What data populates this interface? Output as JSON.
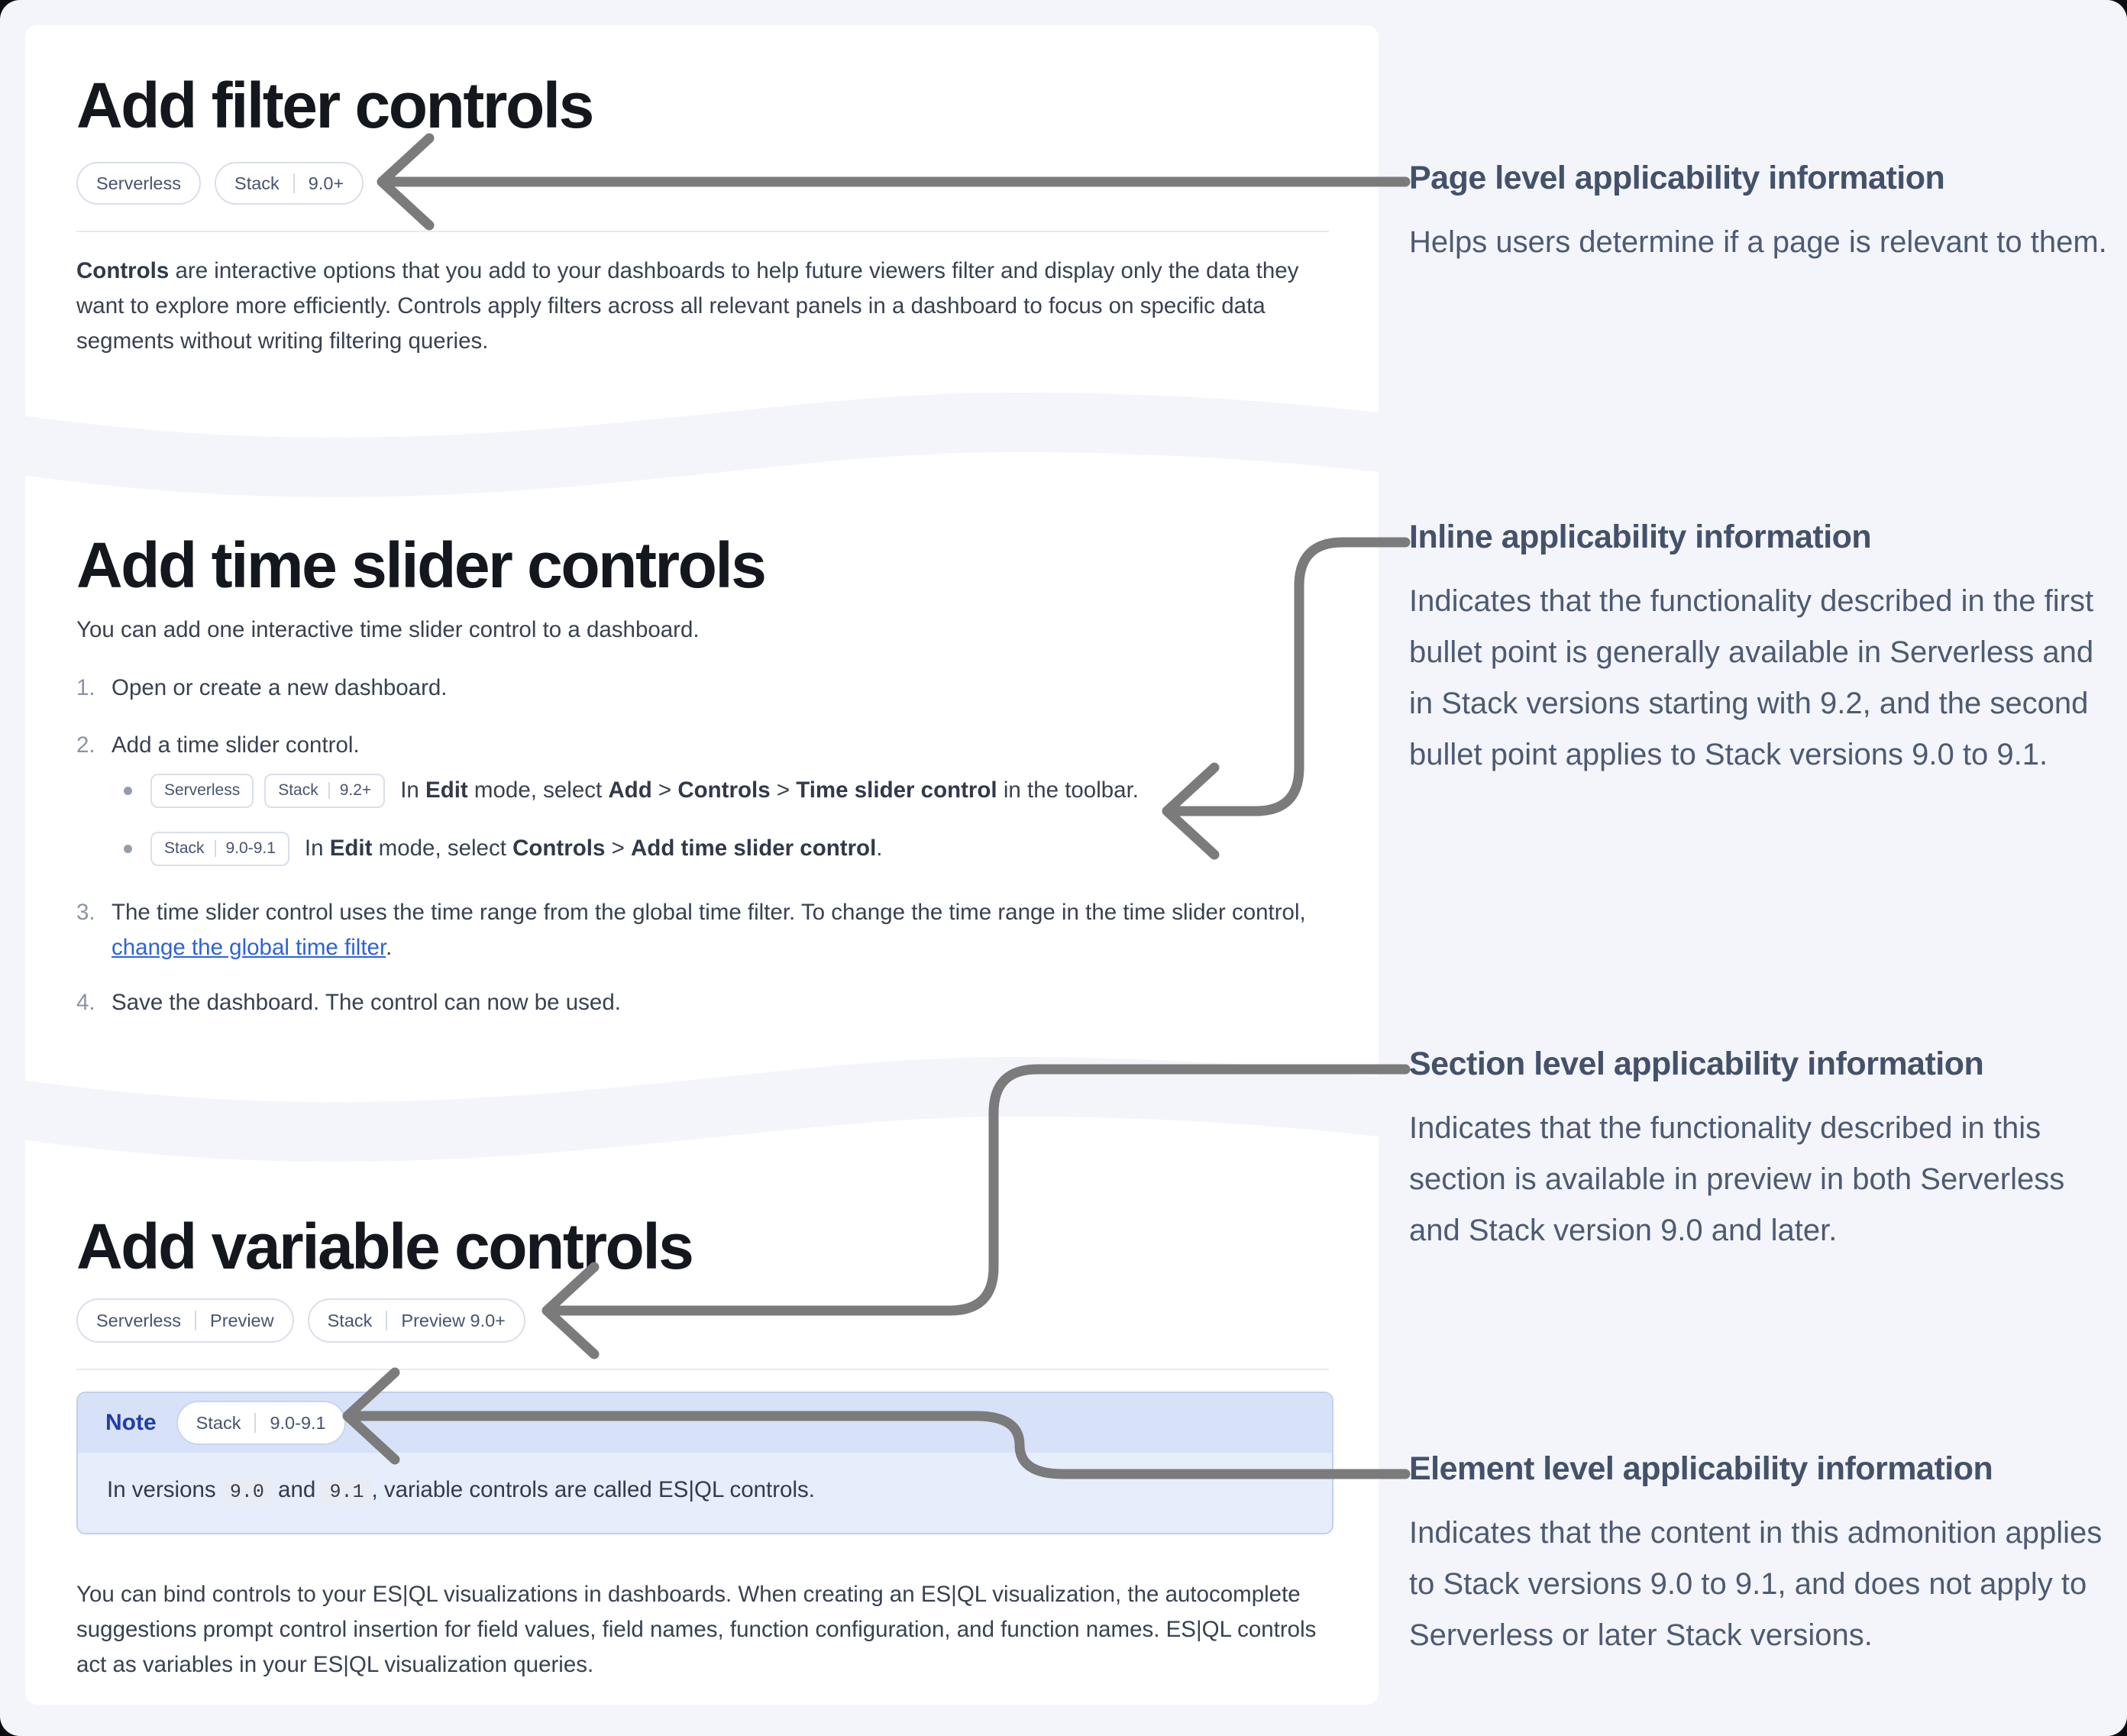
{
  "colors": {
    "page_bg": "#f3f5fa",
    "arrow": "#7b7b7b",
    "note_header_bg": "#d7e2f8",
    "note_body_bg": "#e6edfb",
    "note_label_blue": "#1f3ea6",
    "link_blue": "#2d63d8"
  },
  "cards": [
    {
      "title": "Add filter controls",
      "badges": [
        {
          "segments": [
            "Serverless"
          ]
        },
        {
          "segments": [
            "Stack",
            "9.0+"
          ]
        }
      ],
      "paragraph": [
        {
          "text": "Controls",
          "bold": true
        },
        {
          "text": " are interactive options that you add to your dashboards to help future viewers filter and display only the data they want to explore more efficiently. Controls apply filters across all relevant panels in a dashboard to focus on specific data segments without writing filtering queries."
        }
      ]
    },
    {
      "title": "Add time slider controls",
      "intro": "You can add one interactive time slider control to a dashboard.",
      "steps": [
        {
          "num": "1.",
          "spans": [
            {
              "text": "Open or create a new dashboard."
            }
          ]
        },
        {
          "num": "2.",
          "spans": [
            {
              "text": "Add a time slider control."
            }
          ]
        },
        {
          "bullet": true,
          "badges": [
            {
              "segments": [
                "Serverless"
              ]
            },
            {
              "segments": [
                "Stack",
                "9.2+"
              ]
            }
          ],
          "spans": [
            {
              "text": "In "
            },
            {
              "text": "Edit",
              "bold": true
            },
            {
              "text": " mode, select "
            },
            {
              "text": "Add",
              "bold": true
            },
            {
              "text": " > "
            },
            {
              "text": "Controls",
              "bold": true
            },
            {
              "text": " > "
            },
            {
              "text": "Time slider control",
              "bold": true
            },
            {
              "text": " in the toolbar."
            }
          ]
        },
        {
          "bullet": true,
          "badges": [
            {
              "segments": [
                "Stack",
                "9.0-9.1"
              ]
            }
          ],
          "spans": [
            {
              "text": "In "
            },
            {
              "text": "Edit",
              "bold": true
            },
            {
              "text": " mode, select "
            },
            {
              "text": "Controls",
              "bold": true
            },
            {
              "text": " > "
            },
            {
              "text": "Add time slider control",
              "bold": true
            },
            {
              "text": "."
            }
          ]
        },
        {
          "num": "3.",
          "spans": [
            {
              "text": "The time slider control uses the time range from the global time filter. To change the time range in the time slider control, "
            },
            {
              "text": "change the global time filter",
              "link": true
            },
            {
              "text": "."
            }
          ]
        },
        {
          "num": "4.",
          "spans": [
            {
              "text": "Save the dashboard. The control can now be used."
            }
          ]
        }
      ]
    },
    {
      "title": "Add variable controls",
      "badges": [
        {
          "segments": [
            "Serverless",
            "Preview"
          ]
        },
        {
          "segments": [
            "Stack",
            "Preview 9.0+"
          ]
        }
      ],
      "note": {
        "label": "Note",
        "badge": {
          "segments": [
            "Stack",
            "9.0-9.1"
          ]
        },
        "spans": [
          {
            "text": "In versions "
          },
          {
            "text": "9.0",
            "code": true
          },
          {
            "text": " and "
          },
          {
            "text": "9.1",
            "code": true
          },
          {
            "text": ", variable controls are called ES|QL controls."
          }
        ]
      },
      "paragraph": [
        {
          "text": "You can bind controls to your ES|QL visualizations in dashboards. When creating an ES|QL visualization, the autocomplete suggestions prompt control insertion for field values, field names, function configuration, and function names. ES|QL controls act as variables in your ES|QL visualization queries."
        }
      ]
    }
  ],
  "annotations": [
    {
      "title": "Page level applicability information",
      "body": "Helps users determine if a page is relevant to them."
    },
    {
      "title": "Inline applicability information",
      "body": "Indicates that the functionality described in the first bullet point is generally available in Serverless and in Stack versions starting with 9.2, and the second bullet point applies to Stack versions 9.0 to 9.1."
    },
    {
      "title": "Section level applicability information",
      "body": "Indicates that the functionality described in this section is available in preview in both Serverless and Stack version 9.0 and later."
    },
    {
      "title": "Element level applicability information",
      "body": "Indicates that the content in this admonition applies to Stack versions 9.0 to 9.1, and does not apply to Serverless or later Stack versions."
    }
  ]
}
